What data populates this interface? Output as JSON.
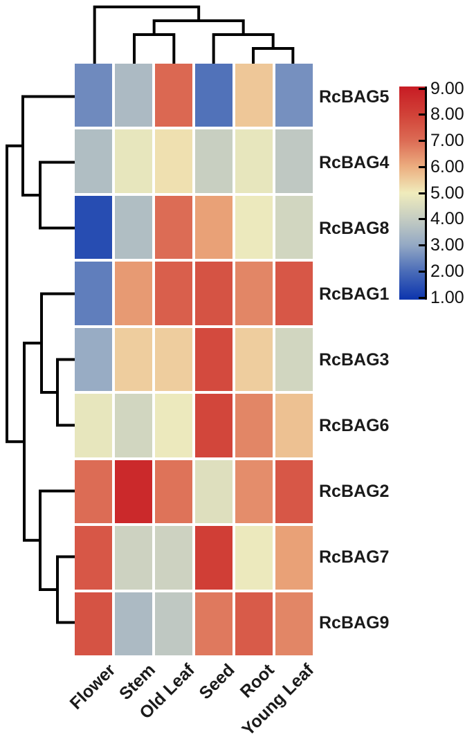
{
  "figure": {
    "background": "#ffffff",
    "dendrogram_line_color": "#000000"
  },
  "chart_data": {
    "type": "heatmap",
    "title": "",
    "rows": [
      "RcBAG5",
      "RcBAG4",
      "RcBAG8",
      "RcBAG1",
      "RcBAG3",
      "RcBAG6",
      "RcBAG2",
      "RcBAG7",
      "RcBAG9"
    ],
    "columns": [
      "Flower",
      "Stem",
      "Old Leaf",
      "Seed",
      "Root",
      "Young Leaf"
    ],
    "values": [
      [
        2.5,
        3.5,
        7.1,
        2.1,
        5.6,
        2.6
      ],
      [
        3.6,
        4.8,
        5.2,
        4.1,
        4.8,
        3.9
      ],
      [
        1.4,
        3.6,
        7.0,
        6.2,
        4.9,
        4.3
      ],
      [
        2.3,
        6.3,
        7.3,
        7.6,
        6.6,
        7.5
      ],
      [
        3.1,
        5.5,
        5.5,
        7.8,
        5.5,
        4.3
      ],
      [
        4.8,
        4.3,
        4.9,
        7.9,
        6.6,
        5.7
      ],
      [
        7.0,
        8.7,
        6.9,
        4.6,
        6.5,
        7.5
      ],
      [
        7.5,
        4.2,
        4.2,
        8.1,
        4.9,
        6.2
      ],
      [
        7.6,
        3.5,
        3.9,
        6.8,
        7.4,
        6.6
      ]
    ],
    "value_range": [
      1,
      9
    ],
    "colormap_anchors": [
      {
        "value": 1,
        "color": "#1038ae"
      },
      {
        "value": 2,
        "color": "#4a6cb8"
      },
      {
        "value": 3,
        "color": "#93a8c4"
      },
      {
        "value": 4,
        "color": "#c4ccc2"
      },
      {
        "value": 5,
        "color": "#f0ecbc"
      },
      {
        "value": 6,
        "color": "#ecae80"
      },
      {
        "value": 7,
        "color": "#dc6c55"
      },
      {
        "value": 8,
        "color": "#d14238"
      },
      {
        "value": 9,
        "color": "#c81e25"
      }
    ],
    "legend": {
      "ticks": [
        "9.00",
        "8.00",
        "7.00",
        "6.00",
        "5.00",
        "4.00",
        "3.00",
        "2.00",
        "1.00"
      ],
      "orientation": "vertical",
      "max_label": "9.00",
      "min_label": "1.00"
    },
    "col_dendrogram": {
      "h": 82,
      "children": [
        {
          "leaf": 0
        },
        {
          "h": 62,
          "children": [
            {
              "h": 42,
              "children": [
                {
                  "leaf": 1
                },
                {
                  "leaf": 2
                }
              ]
            },
            {
              "h": 42,
              "children": [
                {
                  "leaf": 3
                },
                {
                  "h": 22,
                  "children": [
                    {
                      "leaf": 4
                    },
                    {
                      "leaf": 5
                    }
                  ]
                }
              ]
            }
          ]
        }
      ]
    },
    "row_dendrogram": {
      "h": 98,
      "children": [
        {
          "h": 75,
          "children": [
            {
              "leaf": 0
            },
            {
              "h": 50,
              "children": [
                {
                  "leaf": 1
                },
                {
                  "leaf": 2
                }
              ]
            }
          ]
        },
        {
          "h": 73,
          "children": [
            {
              "h": 48,
              "children": [
                {
                  "leaf": 3
                },
                {
                  "h": 25,
                  "children": [
                    {
                      "leaf": 4
                    },
                    {
                      "leaf": 5
                    }
                  ]
                }
              ]
            },
            {
              "h": 50,
              "children": [
                {
                  "leaf": 6
                },
                {
                  "h": 25,
                  "children": [
                    {
                      "leaf": 7
                    },
                    {
                      "leaf": 8
                    }
                  ]
                }
              ]
            }
          ]
        }
      ]
    }
  }
}
